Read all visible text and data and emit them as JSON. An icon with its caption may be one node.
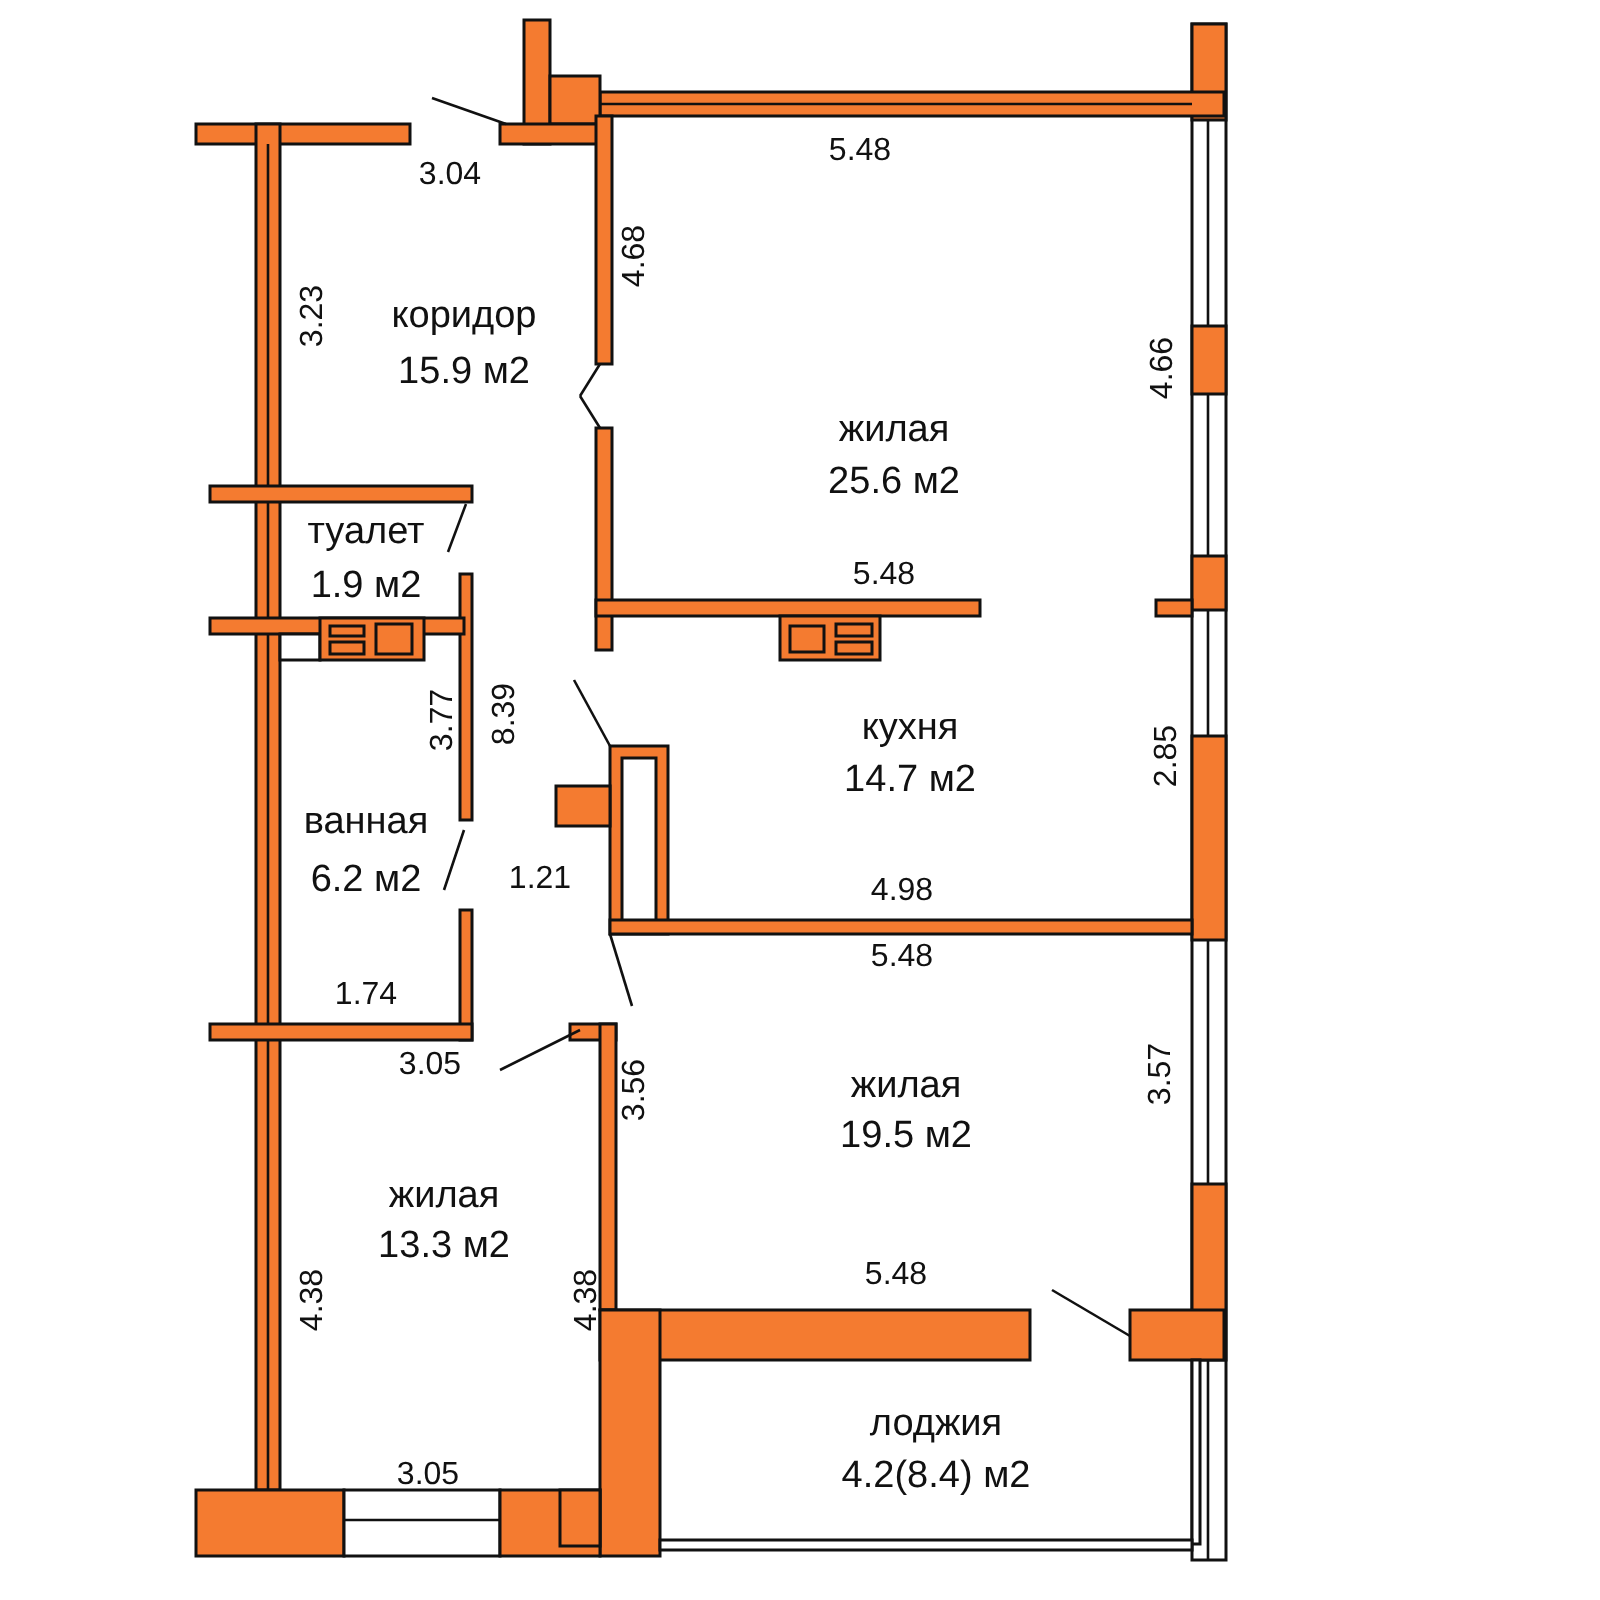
{
  "diagram": {
    "labels": [
      "3.04",
      "5.48",
      "3.23",
      "коридор",
      "15.9 м2",
      "4.68",
      "4.66",
      "жилая",
      "25.6 м2",
      "туалет",
      "5.48",
      "1.9 м2",
      "8.39",
      "3.77",
      "кухня",
      "14.7 м2",
      "2.85",
      "ванная",
      "1.21",
      "6.2 м2",
      "4.98",
      "5.48",
      "1.74",
      "3.05",
      "жилая",
      "19.5 м2",
      "3.56",
      "3.57",
      "жилая",
      "13.3 м2",
      "4.38",
      "4.38",
      "5.48",
      "лоджия",
      "4.2(8.4) м2",
      "3.05"
    ]
  }
}
